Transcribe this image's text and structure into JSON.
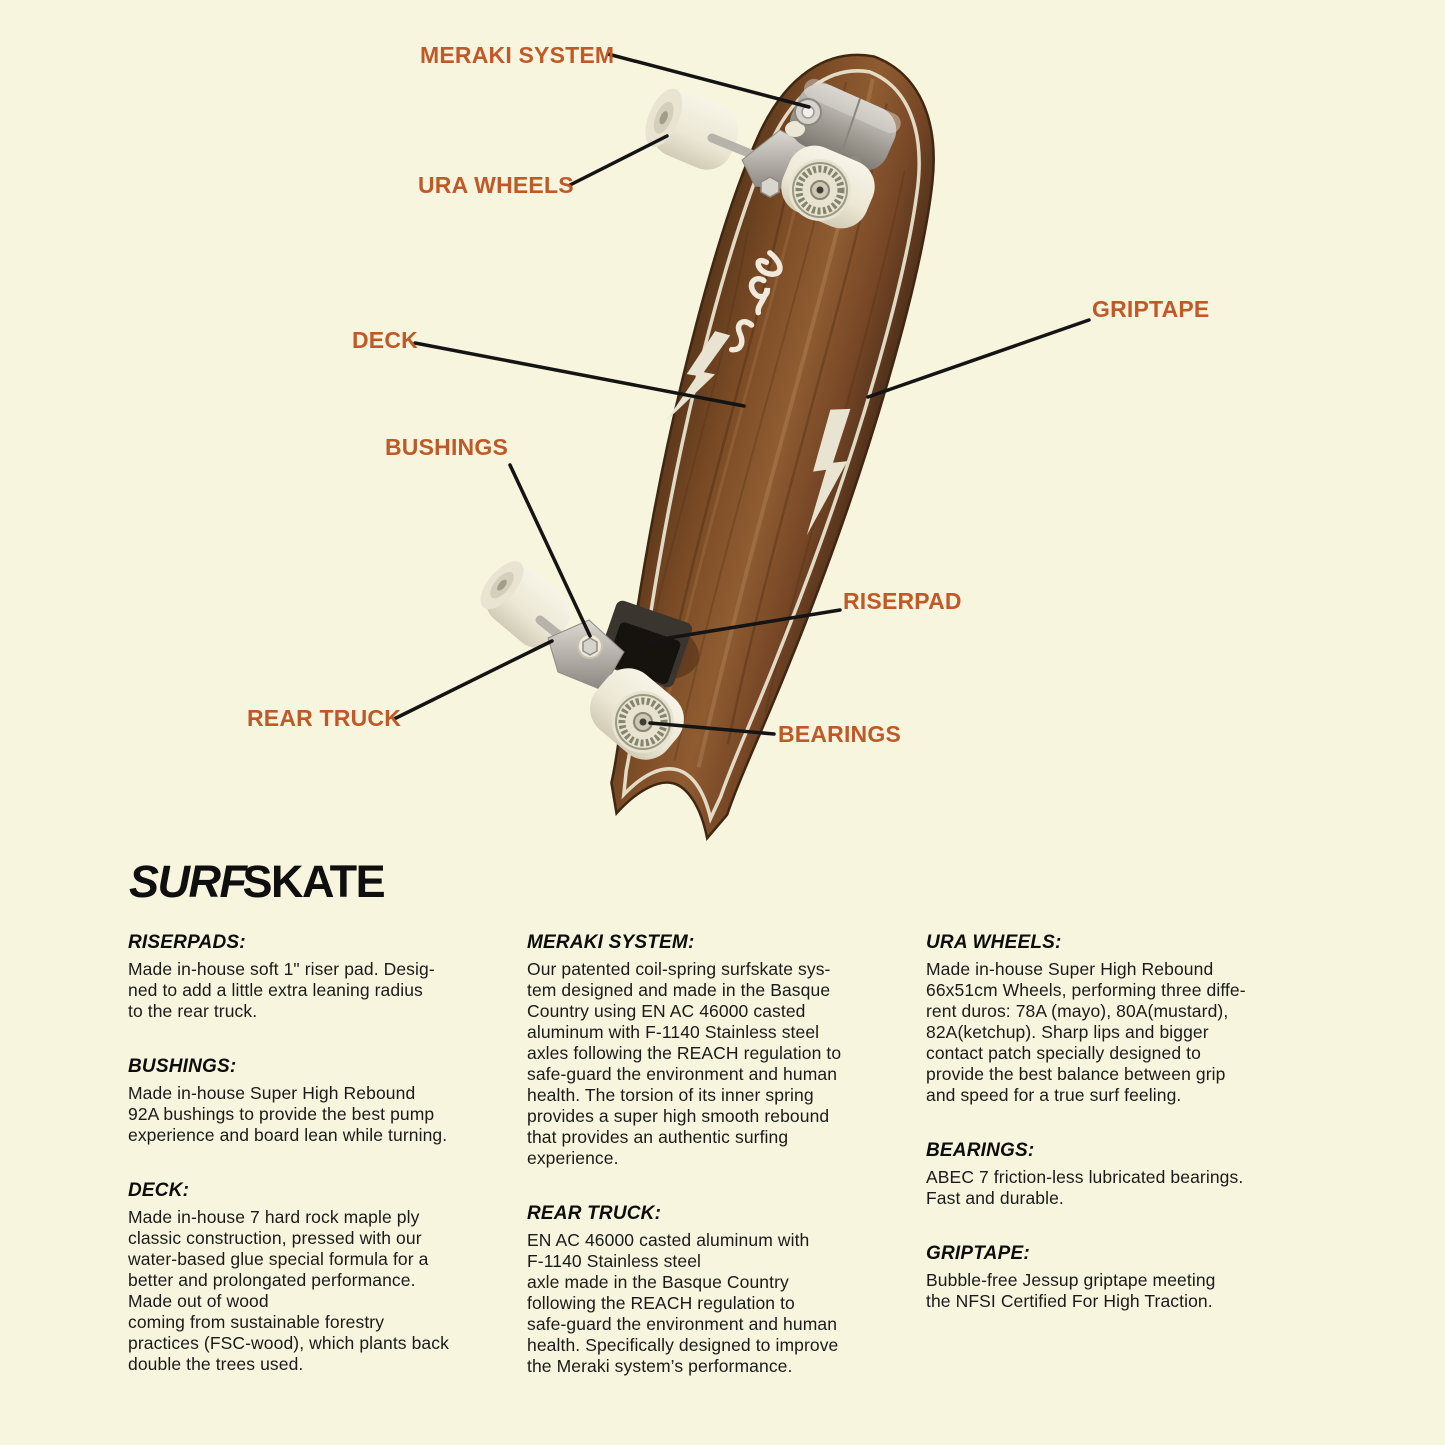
{
  "page": {
    "title_surf": "SURF",
    "title_skate": "SKATE",
    "background_color": "#f8f5de",
    "accent_color": "#bf5a28"
  },
  "callouts": {
    "meraki_system": "MERAKI SYSTEM",
    "ura_wheels": "URA WHEELS",
    "deck": "DECK",
    "griptape": "GRIPTAPE",
    "bushings": "BUSHINGS",
    "riserpad": "RISERPAD",
    "rear_truck": "REAR TRUCK",
    "bearings": "BEARINGS"
  },
  "sections": {
    "riserpads": {
      "heading": "RISERPADS:",
      "lines": [
        "Made in-house soft 1\" riser pad. Desig-",
        "ned to add a little extra leaning radius",
        "to the rear truck."
      ]
    },
    "bushings": {
      "heading": "BUSHINGS:",
      "lines": [
        "Made in-house Super High Rebound",
        "92A bushings to provide the best pump",
        "experience and board lean while turning."
      ]
    },
    "deck": {
      "heading": "DECK:",
      "lines": [
        "Made in-house 7 hard rock maple ply",
        "classic construction, pressed with our",
        "water-based glue special formula for a",
        "better and prolongated performance.",
        "Made out of wood",
        "coming from sustainable forestry",
        "practices (FSC-wood), which plants back",
        "double the trees used."
      ]
    },
    "meraki_system": {
      "heading": "MERAKI SYSTEM:",
      "lines": [
        "Our patented coil-spring surfskate sys-",
        "tem designed and made in the Basque",
        "Country using EN AC 46000 casted",
        "aluminum with F-1140 Stainless steel",
        "axles following the REACH regulation to",
        "safe-guard the environment and human",
        "health. The torsion of its inner spring",
        "provides a super high smooth rebound",
        "that provides an authentic surfing",
        "experience."
      ]
    },
    "rear_truck": {
      "heading": "REAR TRUCK:",
      "lines": [
        "EN AC 46000 casted aluminum with",
        "F-1140 Stainless steel",
        "axle made in the Basque Country",
        "following the REACH regulation to",
        "safe-guard the environment and human",
        "health. Specifically designed to improve",
        "the Meraki system’s performance."
      ]
    },
    "ura_wheels": {
      "heading": "URA WHEELS:",
      "lines": [
        "Made in-house Super High Rebound",
        "66x51cm Wheels, performing three diffe-",
        "rent duros: 78A (mayo), 80A(mustard),",
        "82A(ketchup). Sharp lips and bigger",
        "contact patch specially designed to",
        "provide the best balance between grip",
        "and speed for a true surf feeling."
      ]
    },
    "bearings": {
      "heading": "BEARINGS:",
      "lines": [
        "ABEC 7 friction-less lubricated bearings.",
        "Fast and durable."
      ]
    },
    "griptape": {
      "heading": "GRIPTAPE:",
      "lines": [
        "Bubble-free Jessup griptape meeting",
        "the NFSI Certified For High Traction."
      ]
    }
  }
}
